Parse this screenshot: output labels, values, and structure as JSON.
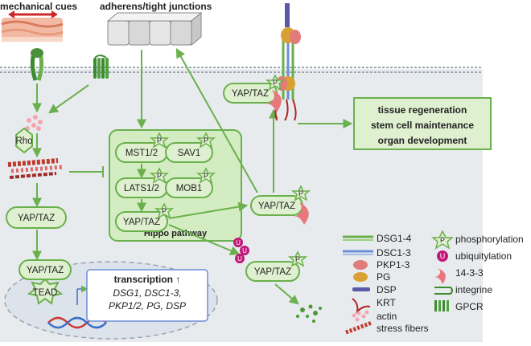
{
  "labels": {
    "mechanical_cues": "mechanical cues",
    "junctions": "adherens/tight junctions",
    "rho": "Rho",
    "hippo_pathway": "Hippo pathway",
    "tead": "TEAD"
  },
  "nodes": {
    "yap_taz": "YAP/TAZ",
    "mst": "MST1/2",
    "sav": "SAV1",
    "lats": "LATS1/2",
    "mob": "MOB1",
    "p": "P",
    "u": "U"
  },
  "transcription": {
    "title": "transcription ↑",
    "line1": "DSG1, DSC1-3,",
    "line2": "PKP1/2, PG, DSP"
  },
  "outcome": {
    "line1": "tissue regeneration",
    "line2": "stem cell maintenance",
    "line3": "organ development"
  },
  "legend": [
    {
      "label": "DSG1-4",
      "icon": "green-line",
      "color": "#6ab04c"
    },
    {
      "label": "DSC1-3",
      "icon": "blue-line",
      "color": "#6d8fd6"
    },
    {
      "label": "PKP1-3",
      "icon": "red-oval",
      "color": "#e27c7c"
    },
    {
      "label": "PG",
      "icon": "orange-oval",
      "color": "#d9a033"
    },
    {
      "label": "DSP",
      "icon": "purple-bar",
      "color": "#5a5aa8"
    },
    {
      "label": "KRT",
      "icon": "red-filament",
      "color": "#b22222"
    },
    {
      "label": "actin",
      "icon": "pink-dots",
      "color": "#f4a6b0"
    },
    {
      "label": "stress fibers",
      "icon": "stress-fiber",
      "color": "#c0392b"
    },
    {
      "label": "phosphorylation",
      "icon": "p-star",
      "color": "#c8e6b0"
    },
    {
      "label": "ubiquitylation",
      "icon": "u-circle",
      "color": "#c2187a"
    },
    {
      "label": "14-3-3",
      "icon": "pink-crescent",
      "color": "#e8777e"
    },
    {
      "label": "integrine",
      "icon": "integrin",
      "color": "#3d8b2f"
    },
    {
      "label": "GPCR",
      "icon": "gpcr",
      "color": "#3d8b2f"
    }
  ],
  "colors": {
    "arrow": "#6ab04c",
    "node_fill": "#dff0d0",
    "node_stroke": "#6ab04c",
    "hippo_fill": "#d4ecc2",
    "cell_bg": "#e8ebee",
    "membrane": "#9aa5b0"
  }
}
